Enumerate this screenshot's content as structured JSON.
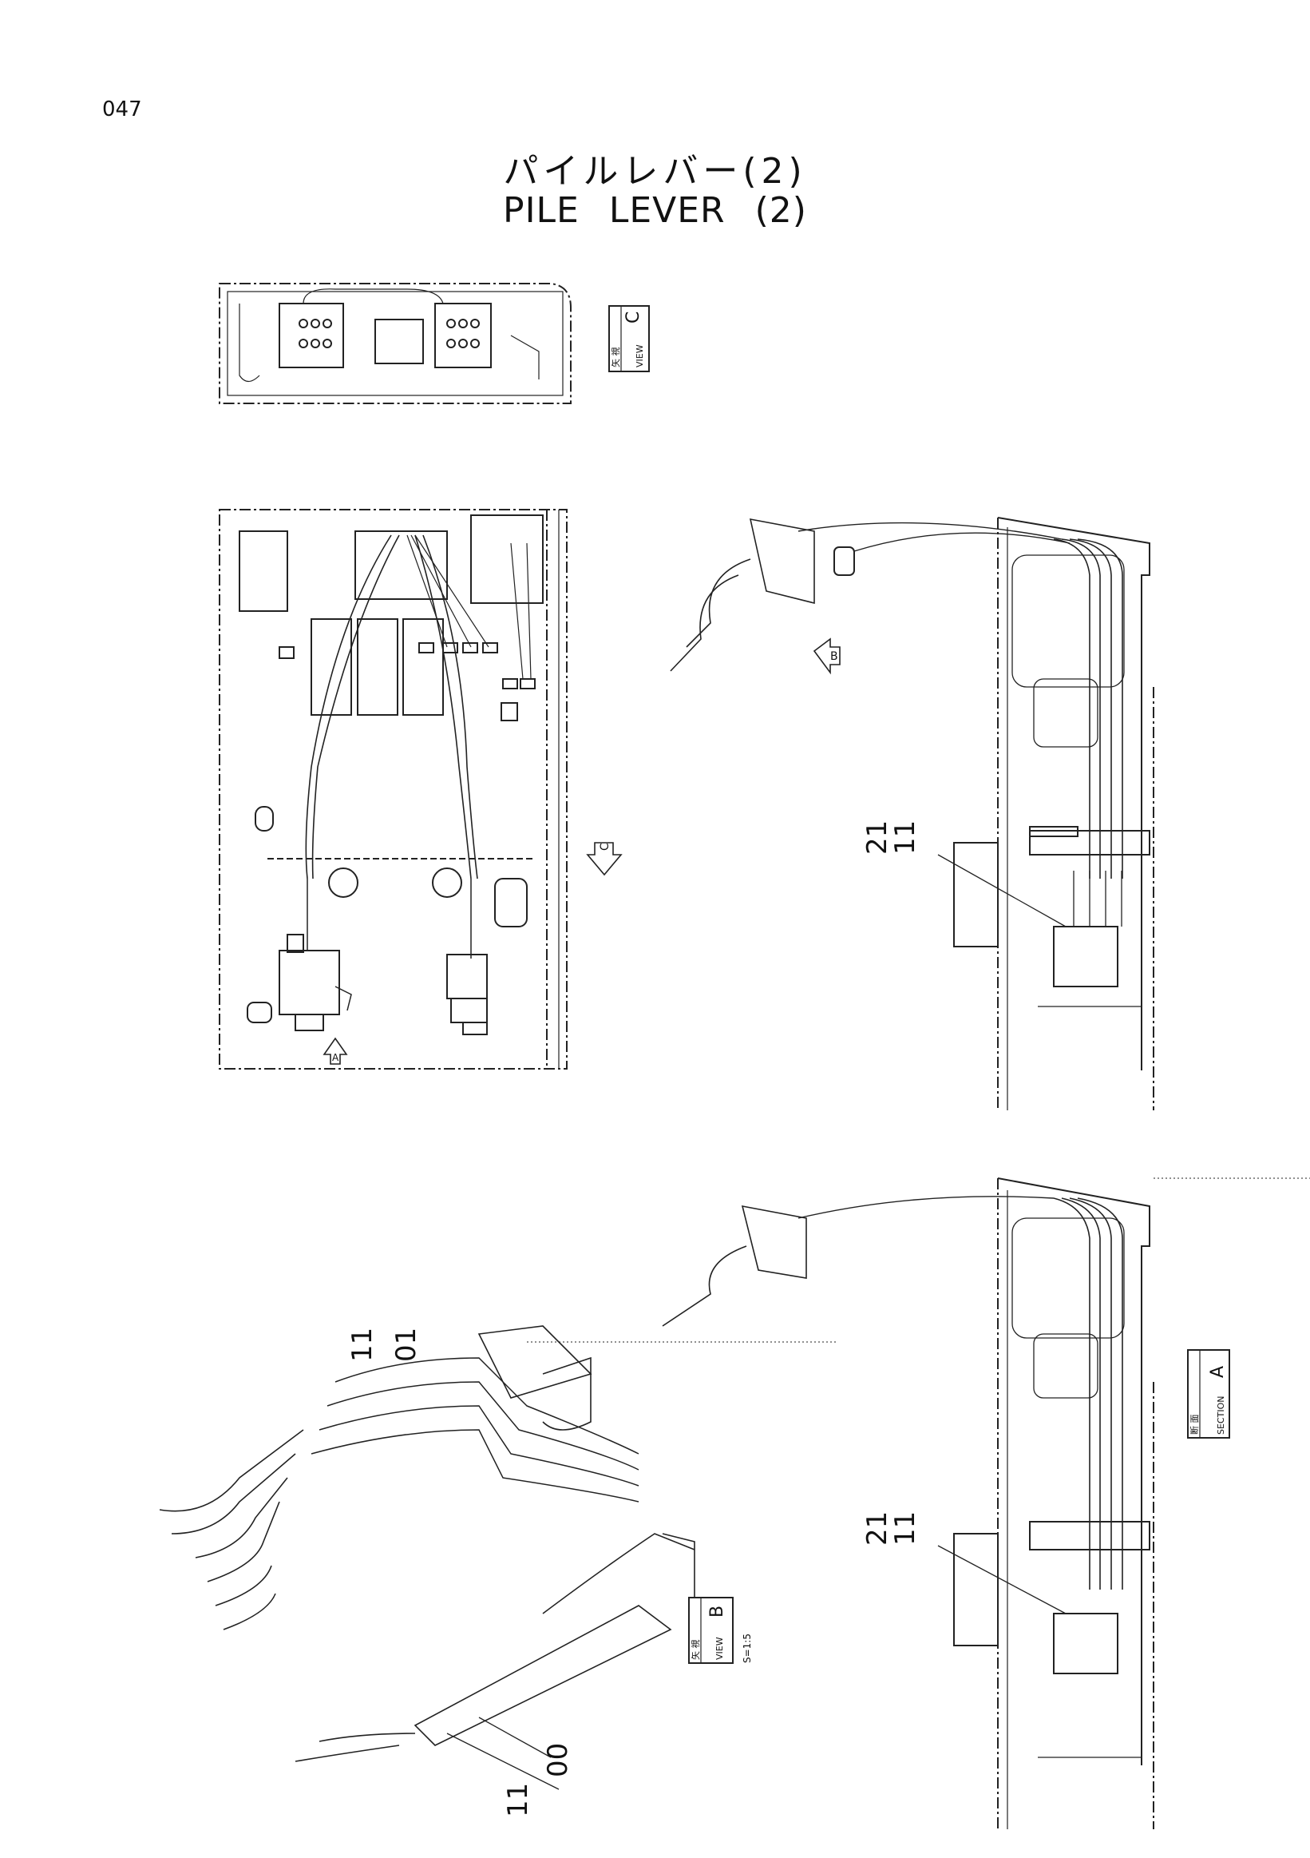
{
  "page_number": "047",
  "title": {
    "japanese": "パイルレバー(2)",
    "english": "PILE   LEVER (2)"
  },
  "view_labels": {
    "view_c": {
      "jp": "矢 視",
      "en": "VIEW",
      "letter": "C"
    },
    "view_b": {
      "jp": "矢 視",
      "en": "VIEW",
      "letter": "B",
      "scale": "S=1:5"
    },
    "section_a": {
      "jp": "断 面",
      "en": "SECTION",
      "letter": "A"
    }
  },
  "view_arrows": [
    "C",
    "B",
    "A"
  ],
  "part_numbers": {
    "upper_right": [
      "21",
      "11"
    ],
    "lower_right": [
      "21",
      "11"
    ],
    "view_b_upper": [
      "11",
      "01"
    ],
    "view_b_lower": [
      "11",
      "00"
    ]
  }
}
